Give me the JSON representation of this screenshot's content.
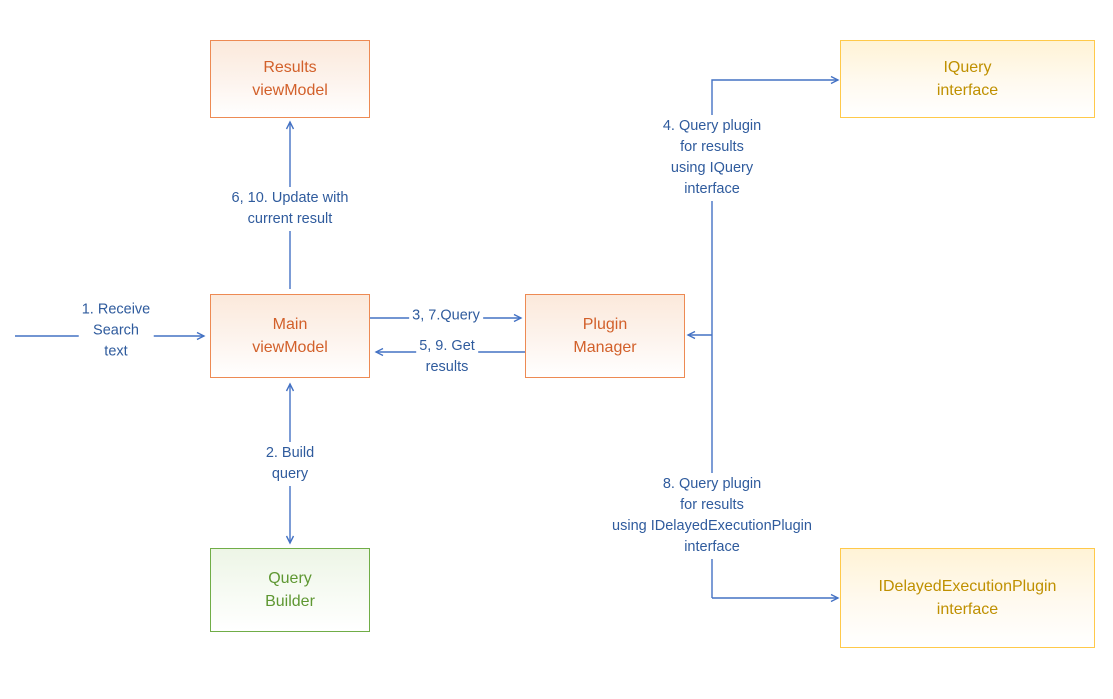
{
  "boxes": {
    "results_viewmodel": {
      "label": "Results\nviewModel"
    },
    "iquery_interface": {
      "label": "IQuery\ninterface"
    },
    "main_viewmodel": {
      "label": "Main\nviewModel"
    },
    "plugin_manager": {
      "label": "Plugin\nManager"
    },
    "query_builder": {
      "label": "Query\nBuilder"
    },
    "idelayed_interface": {
      "label": "IDelayedExecutionPlugin\ninterface"
    }
  },
  "connectors": {
    "receive_search": {
      "label": "1. Receive\nSearch\ntext"
    },
    "update_result": {
      "label": "6, 10. Update with\ncurrent result"
    },
    "query": {
      "label": "3, 7.Query"
    },
    "get_results": {
      "label": "5, 9. Get\nresults"
    },
    "build_query": {
      "label": "2. Build\nquery"
    },
    "query_plugin_iquery": {
      "label": "4. Query plugin\nfor results\nusing IQuery\ninterface"
    },
    "query_plugin_idelayed": {
      "label": "8. Query plugin\nfor results\nusing IDelayedExecutionPlugin\ninterface"
    }
  },
  "colors": {
    "connector_line": "#4472C4",
    "connector_text": "#2F5B9D",
    "orange_border": "#ED8A53",
    "orange_text": "#D2602A",
    "gold_border": "#FFC94A",
    "gold_text": "#BF9000",
    "green_border": "#70AD47",
    "green_text": "#5E9732"
  }
}
